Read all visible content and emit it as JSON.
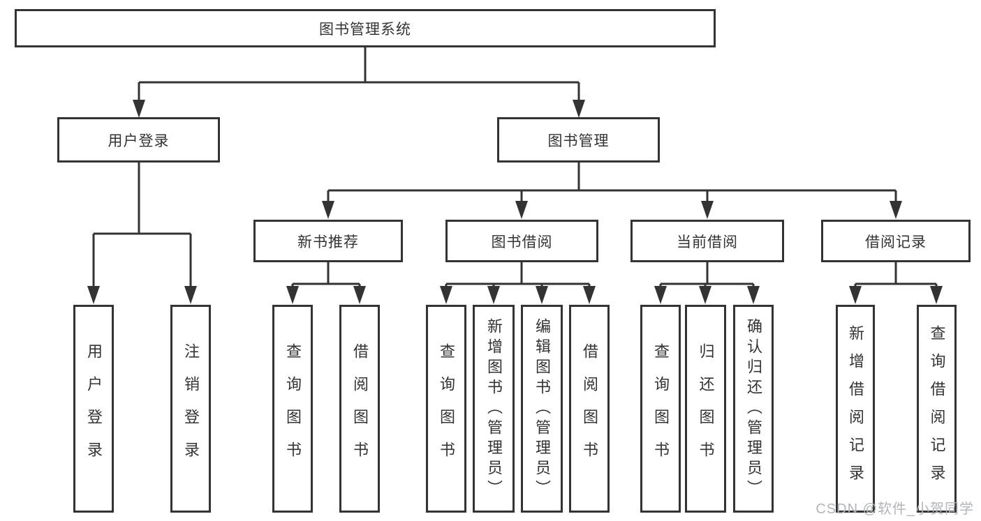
{
  "diagram": {
    "root": {
      "label": "图书管理系统"
    },
    "level2": {
      "user_login": {
        "label": "用户登录",
        "children": {
          "login": "用户登录",
          "logout": "注销登录"
        }
      },
      "book_management": {
        "label": "图书管理",
        "children": {
          "new_book_recommend": {
            "label": "新书推荐",
            "children": {
              "query_book": "查询图书",
              "borrow_book": "借阅图书"
            }
          },
          "book_borrow": {
            "label": "图书借阅",
            "children": {
              "query_book": "查询图书",
              "add_book": "新增图书（管理员）",
              "edit_book": "编辑图书（管理员）",
              "borrow_book": "借阅图书"
            }
          },
          "current_borrow": {
            "label": "当前借阅",
            "children": {
              "query_book": "查询图书",
              "return_book": "归还图书",
              "confirm_return": "确认归还（管理员）"
            }
          },
          "borrow_record": {
            "label": "借阅记录",
            "children": {
              "add_record": "新增借阅记录",
              "query_record": "查询借阅记录"
            }
          }
        }
      }
    },
    "colors": {
      "line": "#333333",
      "box_border": "#333333",
      "box_background": "#ffffff",
      "watermark": "#b2b5b9"
    }
  },
  "watermark": {
    "text": "CSDN @软件_小贺同学"
  }
}
